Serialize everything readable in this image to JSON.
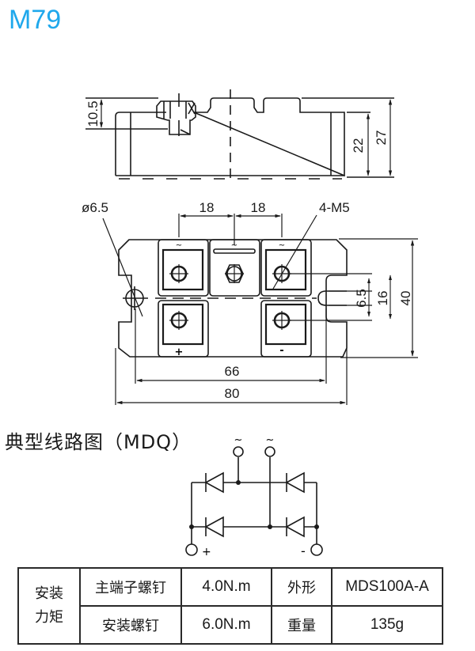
{
  "header": {
    "title": "M79"
  },
  "side_view": {
    "dims": {
      "terminal_height": "10.5",
      "body_height": "22",
      "total_height": "27"
    }
  },
  "top_view": {
    "dims": {
      "hole_diameter": "ø6.5",
      "pitch_left": "18",
      "pitch_right": "18",
      "screw_spec": "4-M5",
      "slot_width": "6.5",
      "slot_height": "16",
      "body_width": "40",
      "mount_spacing": "66",
      "body_length": "80"
    },
    "terminal_marks": {
      "ac1": "~",
      "ac2": "~",
      "ac3": "~",
      "plus": "+",
      "minus": "-"
    }
  },
  "circuit": {
    "title": "典型线路图（MDQ）",
    "labels": {
      "ac_left": "~",
      "ac_right": "~",
      "plus": "+",
      "minus": "-"
    }
  },
  "spec_table": {
    "group_label": "安装力矩",
    "rows": [
      {
        "item": "主端子螺钉",
        "value": "4.0N.m",
        "prop": "外形",
        "prop_value": "MDS100A-A"
      },
      {
        "item": "安装螺钉",
        "value": "6.0N.m",
        "prop": "重量",
        "prop_value": "135g"
      }
    ]
  }
}
